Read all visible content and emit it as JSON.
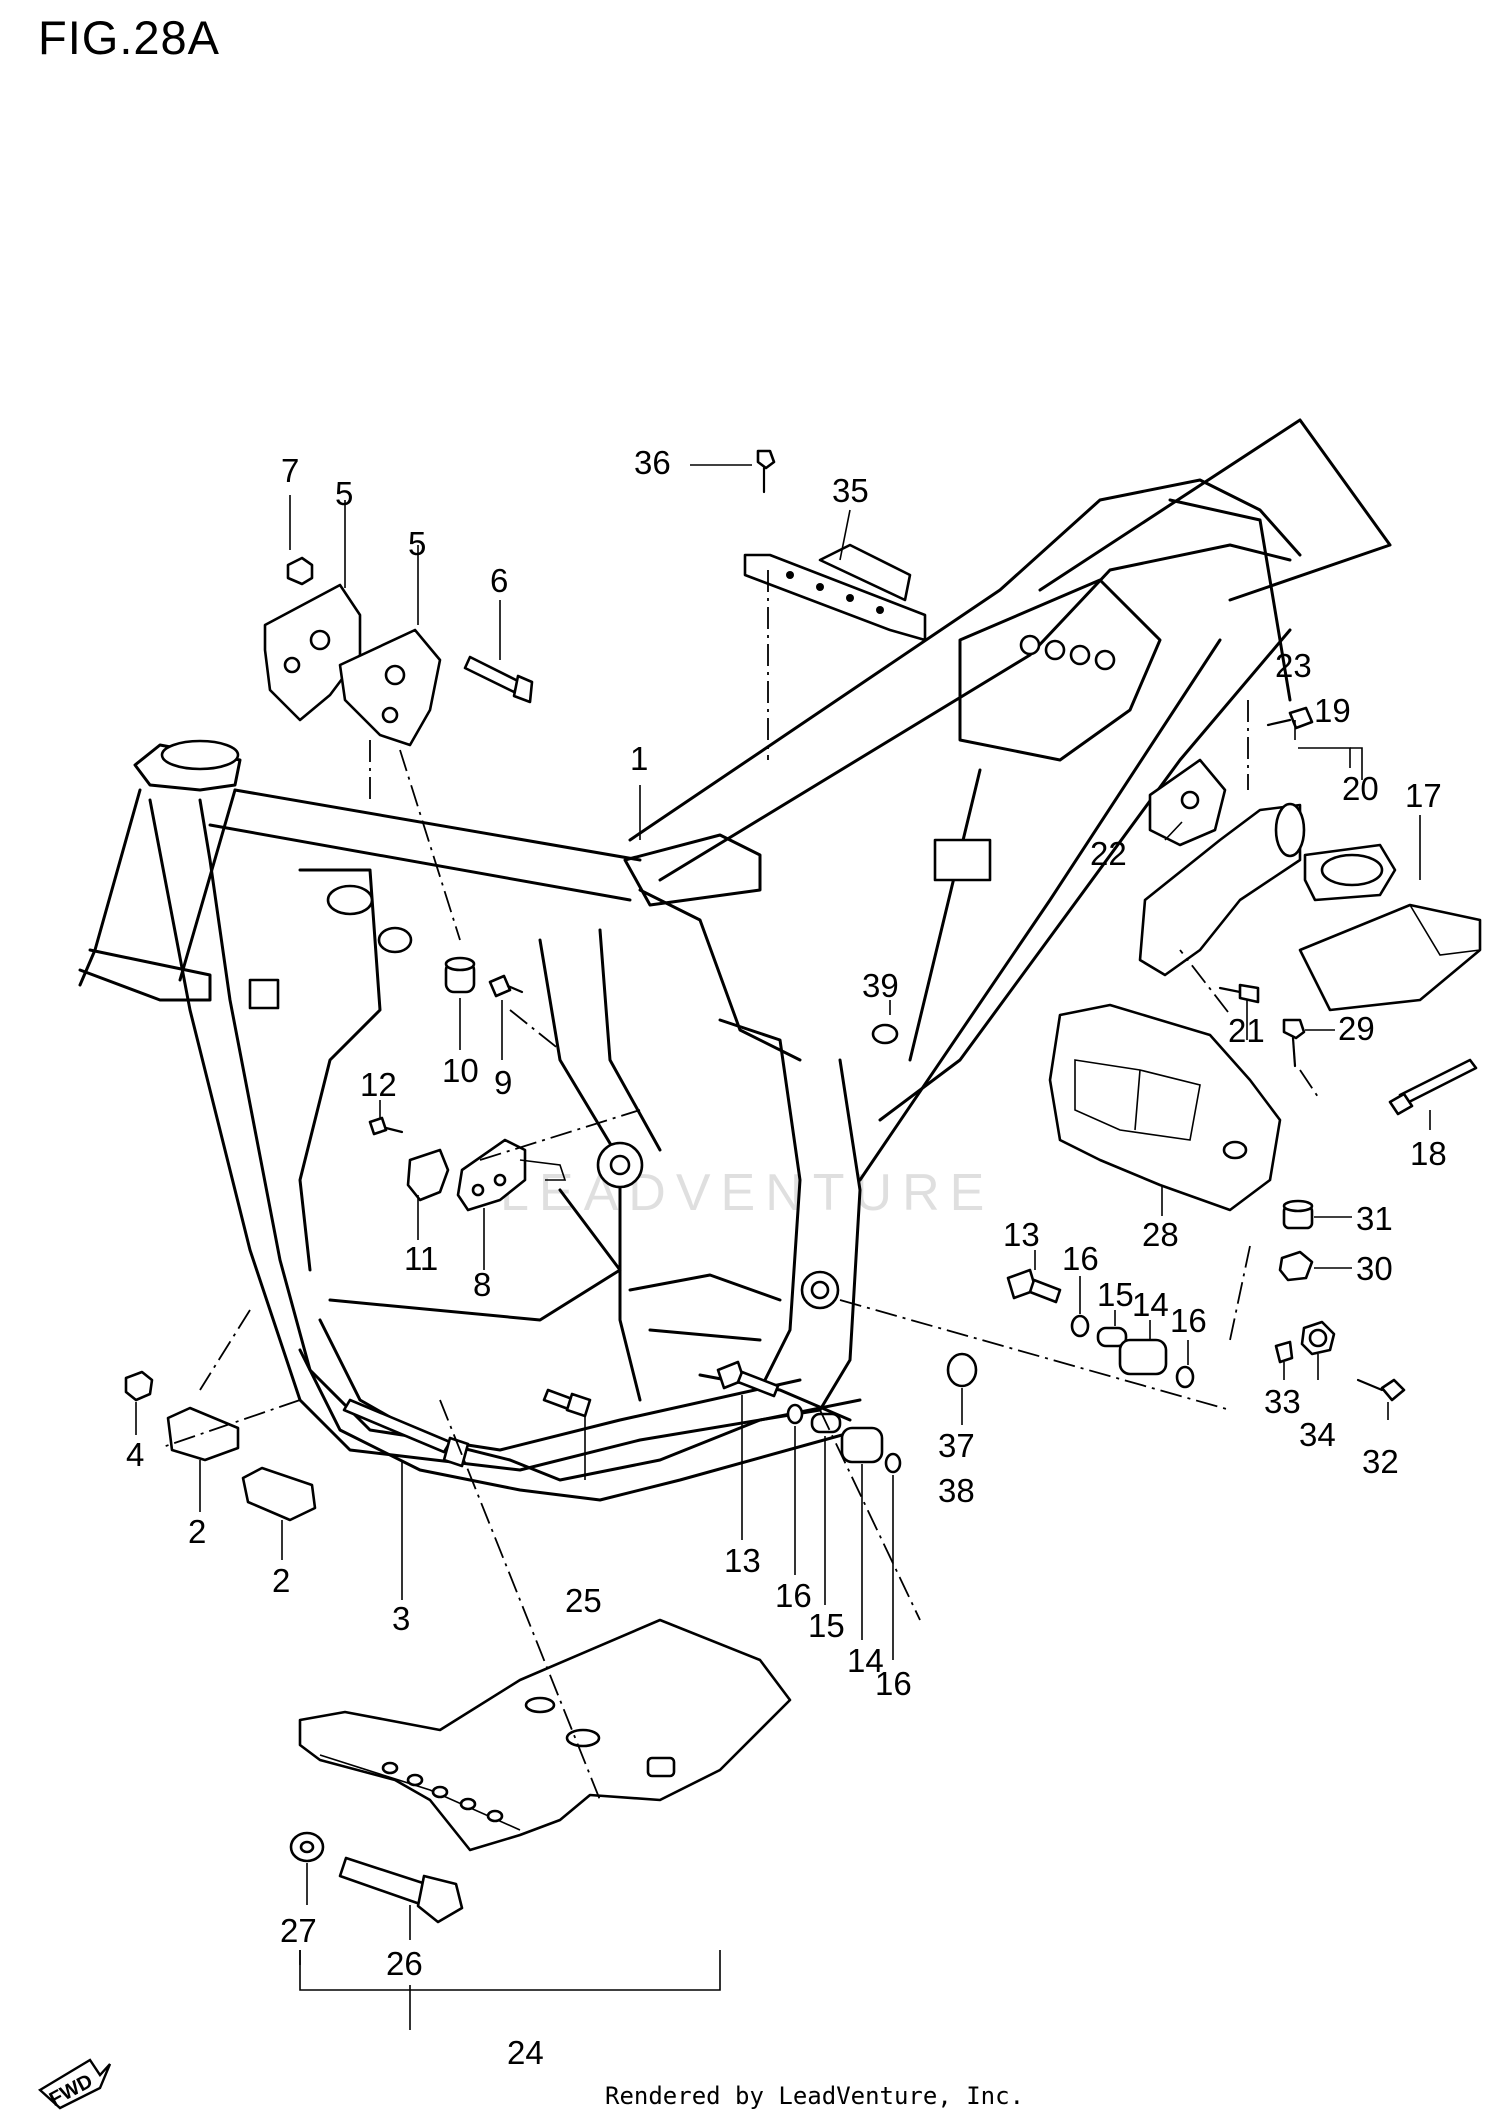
{
  "figure": {
    "title": "FIG.28A",
    "footer": "Rendered by LeadVenture, Inc.",
    "fwd_badge": "FWD",
    "watermark": "LEADVENTURE"
  },
  "callouts": [
    {
      "id": "c7",
      "text": "7"
    },
    {
      "id": "c5a",
      "text": "5"
    },
    {
      "id": "c5b",
      "text": "5"
    },
    {
      "id": "c6",
      "text": "6"
    },
    {
      "id": "c36",
      "text": "36"
    },
    {
      "id": "c35",
      "text": "35"
    },
    {
      "id": "c1",
      "text": "1"
    },
    {
      "id": "c23",
      "text": "23"
    },
    {
      "id": "c19",
      "text": "19"
    },
    {
      "id": "c20",
      "text": "20"
    },
    {
      "id": "c17",
      "text": "17"
    },
    {
      "id": "c22",
      "text": "22"
    },
    {
      "id": "c21",
      "text": "21"
    },
    {
      "id": "c29",
      "text": "29"
    },
    {
      "id": "c18",
      "text": "18"
    },
    {
      "id": "c39",
      "text": "39"
    },
    {
      "id": "c10",
      "text": "10"
    },
    {
      "id": "c9",
      "text": "9"
    },
    {
      "id": "c12",
      "text": "12"
    },
    {
      "id": "c11",
      "text": "11"
    },
    {
      "id": "c8",
      "text": "8"
    },
    {
      "id": "c13a",
      "text": "13"
    },
    {
      "id": "c16a",
      "text": "16"
    },
    {
      "id": "c15a",
      "text": "15"
    },
    {
      "id": "c14a",
      "text": "14"
    },
    {
      "id": "c16b",
      "text": "16"
    },
    {
      "id": "c28",
      "text": "28"
    },
    {
      "id": "c31",
      "text": "31"
    },
    {
      "id": "c30",
      "text": "30"
    },
    {
      "id": "c33",
      "text": "33"
    },
    {
      "id": "c34",
      "text": "34"
    },
    {
      "id": "c32",
      "text": "32"
    },
    {
      "id": "c37",
      "text": "37"
    },
    {
      "id": "c38",
      "text": "38"
    },
    {
      "id": "c4",
      "text": "4"
    },
    {
      "id": "c2a",
      "text": "2"
    },
    {
      "id": "c2b",
      "text": "2"
    },
    {
      "id": "c3",
      "text": "3"
    },
    {
      "id": "c25",
      "text": "25"
    },
    {
      "id": "c13b",
      "text": "13"
    },
    {
      "id": "c16c",
      "text": "16"
    },
    {
      "id": "c15b",
      "text": "15"
    },
    {
      "id": "c14b",
      "text": "14"
    },
    {
      "id": "c16d",
      "text": "16"
    },
    {
      "id": "c27",
      "text": "27"
    },
    {
      "id": "c26",
      "text": "26"
    },
    {
      "id": "c24",
      "text": "24"
    }
  ]
}
